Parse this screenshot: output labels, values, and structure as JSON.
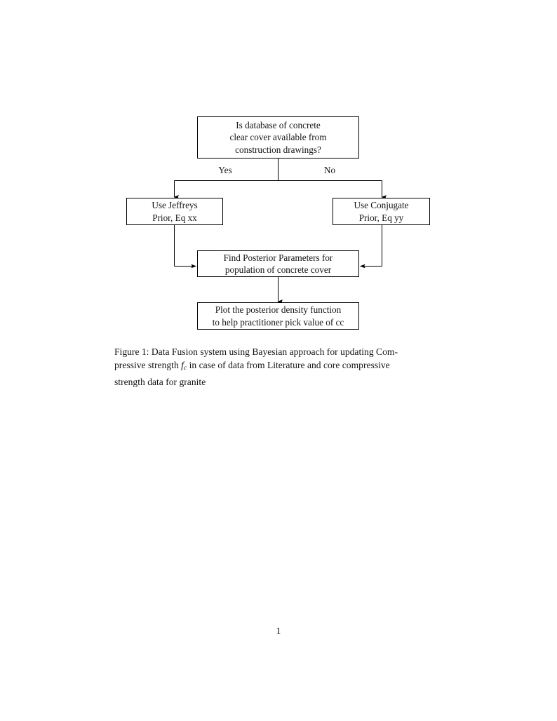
{
  "document": {
    "page_number": "1",
    "background_color": "#ffffff",
    "text_color": "#141414",
    "line_color": "#000000"
  },
  "figure": {
    "nodes": [
      {
        "id": "decision",
        "name": "decision-box",
        "lines": [
          "Is database of concrete",
          "clear cover available from",
          "construction drawings?"
        ]
      },
      {
        "id": "jeffreys",
        "name": "jeffreys-prior-box",
        "lines": [
          "Use Jeffreys",
          "Prior, Eq xx"
        ]
      },
      {
        "id": "conjugate",
        "name": "conjugate-prior-box",
        "lines": [
          "Use Conjugate",
          "Prior, Eq yy"
        ]
      },
      {
        "id": "posterior",
        "name": "find-posterior-box",
        "lines": [
          "Find Posterior Parameters for",
          "population of concrete cover"
        ]
      },
      {
        "id": "plot",
        "name": "plot-posterior-box",
        "lines": [
          "Plot the posterior density function",
          "to help practitioner pick value of cc"
        ]
      }
    ],
    "edge_labels": {
      "yes": "Yes",
      "no": "No"
    }
  },
  "caption": {
    "line1_left": "Figure 1:  Data Fusion system using Bayesian approach for updating Com-",
    "line2_a": "pressive strength",
    "line2_math_base": "f",
    "line2_math_sub": "c",
    "line2_b": "in case of data from Literature and core compressive",
    "line3": "strength data for granite"
  }
}
